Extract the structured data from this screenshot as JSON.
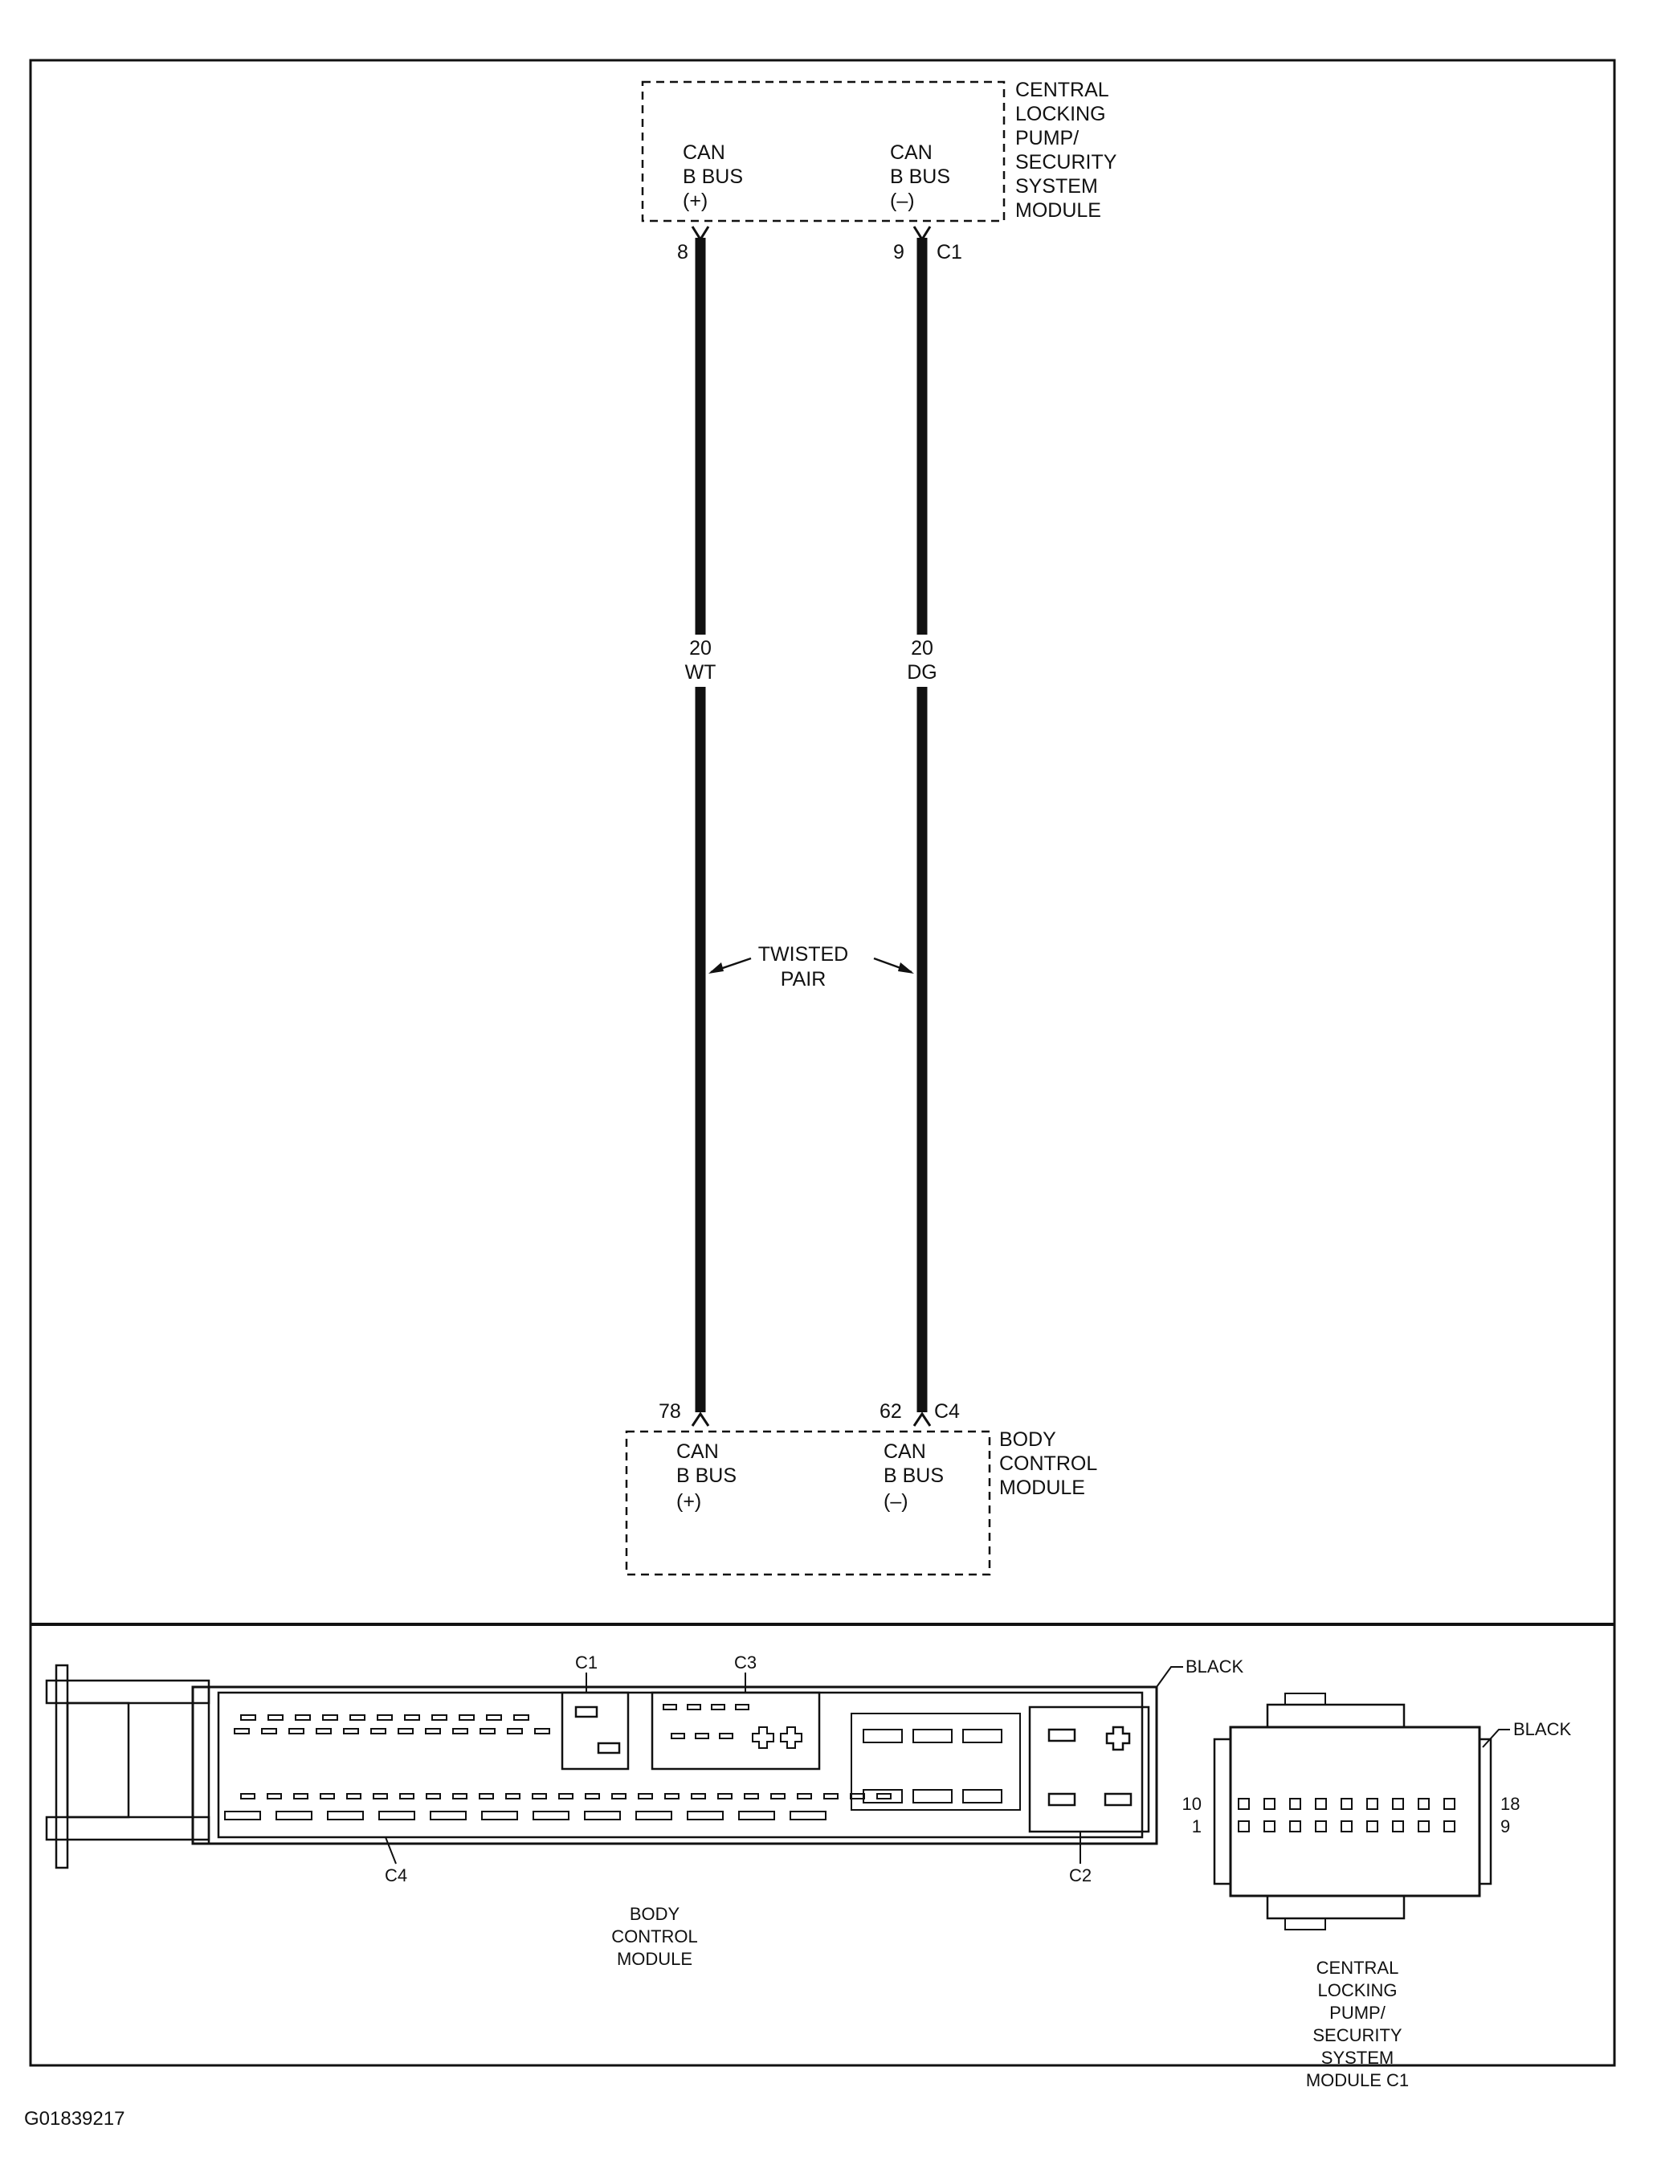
{
  "figure_id": "G01839217",
  "top_module": {
    "name_lines": [
      "CENTRAL",
      "LOCKING",
      "PUMP/",
      "SECURITY",
      "SYSTEM",
      "MODULE"
    ],
    "pin_plus_label": [
      "CAN",
      "B BUS",
      "(+)"
    ],
    "pin_minus_label": [
      "CAN",
      "B BUS",
      "(–)"
    ],
    "pin_plus_number": "8",
    "pin_minus_number": "9",
    "connector": "C1"
  },
  "wires": [
    {
      "gauge": "20",
      "color_code": "WT"
    },
    {
      "gauge": "20",
      "color_code": "DG"
    }
  ],
  "twisted_pair_label": [
    "TWISTED",
    "PAIR"
  ],
  "bottom_module": {
    "name_lines": [
      "BODY",
      "CONTROL",
      "MODULE"
    ],
    "pin_plus_label": [
      "CAN",
      "B BUS",
      "(+)"
    ],
    "pin_minus_label": [
      "CAN",
      "B BUS",
      "(–)"
    ],
    "pin_plus_number": "78",
    "pin_minus_number": "62",
    "connector": "C4"
  },
  "connector_views": {
    "bcm": {
      "color": "BLACK",
      "connectors": [
        "C1",
        "C3",
        "C4",
        "C2"
      ],
      "name_lines": [
        "BODY",
        "CONTROL",
        "MODULE"
      ]
    },
    "clp": {
      "color": "BLACK",
      "pin_top_left": "10",
      "pin_top_right": "18",
      "pin_bottom_left": "1",
      "pin_bottom_right": "9",
      "name_lines": [
        "CENTRAL",
        "LOCKING",
        "PUMP/",
        "SECURITY",
        "SYSTEM",
        "MODULE C1"
      ]
    }
  },
  "colors": {
    "line": "#111111",
    "background": "#ffffff"
  }
}
